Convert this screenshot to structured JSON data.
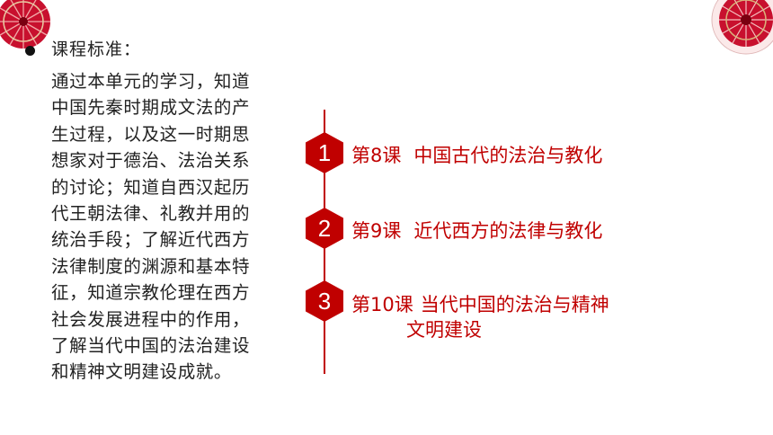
{
  "standard": {
    "title": "课程标准：",
    "lines": [
      "通过本单元的学习，知道",
      "中国先秦时期成文法的产",
      "生过程，以及这一时期思",
      "想家对于德治、法治关系",
      "的讨论；知道自西汉起历",
      "代王朝法律、礼教并用的",
      "统治手段；了解近代西方",
      "法律制度的渊源和基本特",
      "征，知道宗教伦理在西方",
      "社会发展进程中的作用，",
      "了解当代中国的法治建设",
      "和精神文明建设成就。"
    ]
  },
  "lessons": [
    {
      "number": "1",
      "code": "第8课",
      "title": "中国古代的法治与教化"
    },
    {
      "number": "2",
      "code": "第9课",
      "title": "近代西方的法律与教化"
    },
    {
      "number": "3",
      "code": "第10课",
      "title": "当代中国的法治与精神",
      "title_cont": "文明建设"
    }
  ],
  "colors": {
    "accent": "#c00000",
    "text": "#222222"
  },
  "icons": {
    "top_left": "paper-fan-icon",
    "top_right": "paper-fan-icon"
  }
}
